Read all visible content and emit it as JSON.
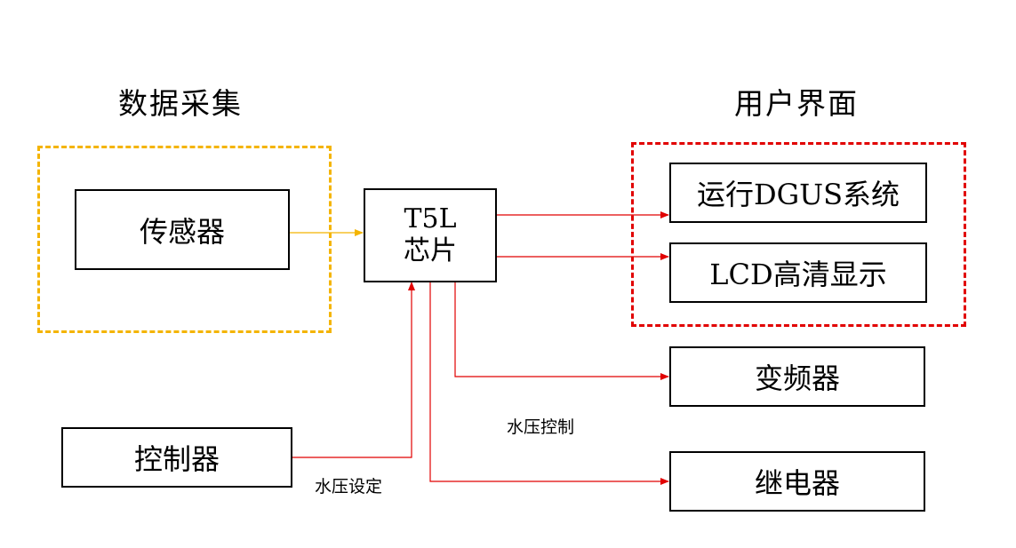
{
  "groups": {
    "data_collection": "数据采集",
    "user_interface": "用户界面"
  },
  "nodes": {
    "sensor": "传感器",
    "chip_line1": "T5L",
    "chip_line2": "芯片",
    "dgus": "运行DGUS系统",
    "lcd": "LCD高清显示",
    "inverter": "变频器",
    "controller": "控制器",
    "relay": "继电器"
  },
  "edge_labels": {
    "pressure_control": "水压控制",
    "pressure_setting": "水压设定"
  },
  "colors": {
    "yellow": "#F4B400",
    "red": "#E10000",
    "box_border": "#000000"
  }
}
